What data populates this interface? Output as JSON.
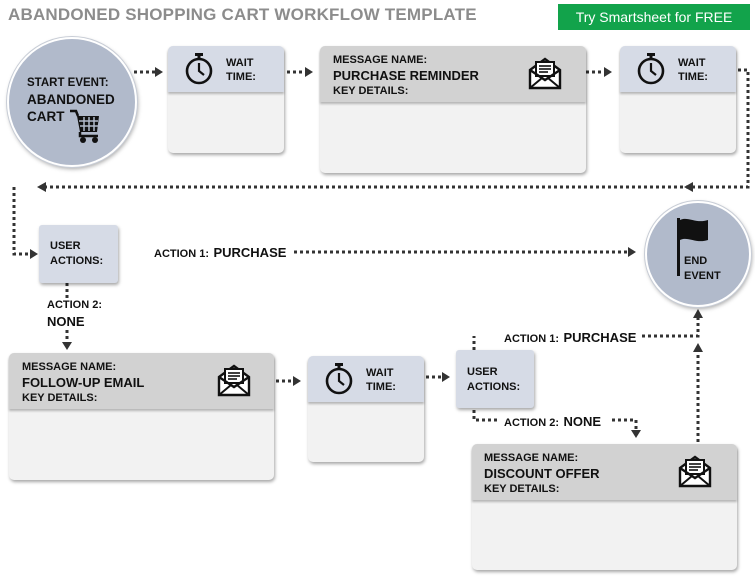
{
  "header": {
    "title": "ABANDONED SHOPPING CART WORKFLOW TEMPLATE",
    "cta_label": "Try Smartsheet for FREE"
  },
  "start_event": {
    "line1": "START EVENT:",
    "line2": "ABANDONED",
    "line3": "CART"
  },
  "wait_1": {
    "line1": "WAIT",
    "line2": "TIME:"
  },
  "message_1": {
    "label": "MESSAGE NAME:",
    "name": "PURCHASE REMINDER",
    "details": "KEY DETAILS:"
  },
  "wait_2": {
    "line1": "WAIT",
    "line2": "TIME:"
  },
  "user_actions_1": {
    "line1": "USER",
    "line2": "ACTIONS:"
  },
  "action_1_purchase": {
    "prefix": "ACTION 1:",
    "value": "PURCHASE"
  },
  "action_2_none": {
    "prefix": "ACTION 2:",
    "value": "NONE"
  },
  "end_event": {
    "line1": "END",
    "line2": "EVENT"
  },
  "message_2": {
    "label": "MESSAGE NAME:",
    "name": "FOLLOW-UP EMAIL",
    "details": "KEY DETAILS:"
  },
  "wait_3": {
    "line1": "WAIT",
    "line2": "TIME:"
  },
  "user_actions_2": {
    "line1": "USER",
    "line2": "ACTIONS:"
  },
  "action_1_purchase_2": {
    "prefix": "ACTION 1:",
    "value": "PURCHASE"
  },
  "action_2_none_2": {
    "prefix": "ACTION 2:",
    "value": "NONE"
  },
  "message_3": {
    "label": "MESSAGE NAME:",
    "name": "DISCOUNT OFFER",
    "details": "KEY DETAILS:"
  },
  "icons": [
    "stopwatch-icon",
    "envelope-icon",
    "shopping-cart-icon",
    "flag-icon"
  ],
  "colors": {
    "cta": "#12a34b",
    "title": "#8c8c8c",
    "header_blue": "#d6dbe6",
    "header_gray": "#d2d2d2",
    "circle": "#b1bacb",
    "connector": "#333333"
  }
}
